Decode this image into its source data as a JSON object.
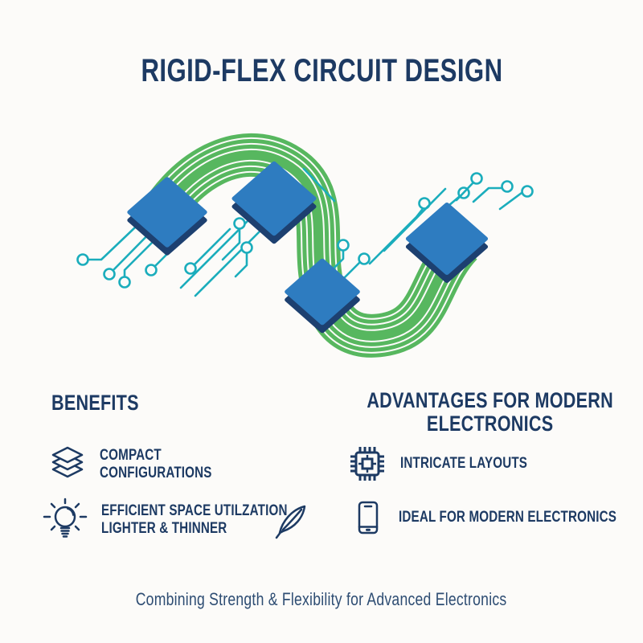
{
  "title": "RIGID-FLEX CIRCUIT DESIGN",
  "sections": {
    "benefits": {
      "heading": "BENEFITS",
      "items": [
        {
          "icon": "layers-icon",
          "line1": "COMPACT",
          "line2": "CONFIGURATIONS"
        },
        {
          "icon": "lightbulb-icon",
          "line1": "EFFICIENT SPACE UTILZATION",
          "line2": "LIGHTER & THINNER"
        }
      ],
      "extra_icon": "feather-icon"
    },
    "advantages": {
      "heading_line1": "ADVANTAGES FOR MODERN",
      "heading_line2": "ELECTRONICS",
      "items": [
        {
          "icon": "microchip-icon",
          "label": "INTRICATE LAYOUTS"
        },
        {
          "icon": "smartphone-icon",
          "label": "IDEAL FOR MODERN ELECTRONICS"
        }
      ]
    }
  },
  "footer": "Combining Strength & Flexibility for Advanced Electronics",
  "colors": {
    "navy": "#1d3a63",
    "board_blue": "#2e7cc0",
    "board_edge": "#1d4070",
    "ribbon_green": "#57b75f",
    "trace_teal": "#1badbc",
    "footer_text": "#2e4d73",
    "background": "#fcfbf9"
  }
}
